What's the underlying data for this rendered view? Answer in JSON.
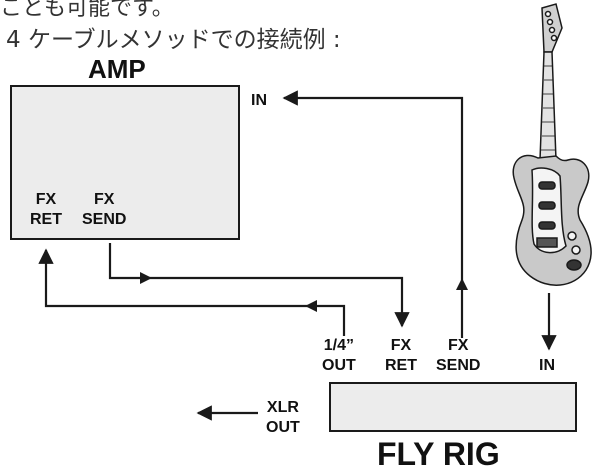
{
  "header": {
    "top_fragment": "ことも可能です。",
    "caption": "4 ケーブルメソッドでの接続例 :"
  },
  "amp": {
    "title": "AMP",
    "in_label": "IN",
    "fx_ret": [
      "FX",
      "RET"
    ],
    "fx_send": [
      "FX",
      "SEND"
    ]
  },
  "fly_rig": {
    "title": "FLY RIG",
    "out_label": [
      "1/4”",
      "OUT"
    ],
    "fx_ret": [
      "FX",
      "RET"
    ],
    "fx_send": [
      "FX",
      "SEND"
    ],
    "in_label": "IN",
    "xlr_out": [
      "XLR",
      "OUT"
    ]
  },
  "colors": {
    "line": "#1a1a1a",
    "box_fill": "#ececec",
    "guitar_body": "#c9c9c9"
  },
  "icons": {
    "guitar": "electric-guitar-icon"
  }
}
